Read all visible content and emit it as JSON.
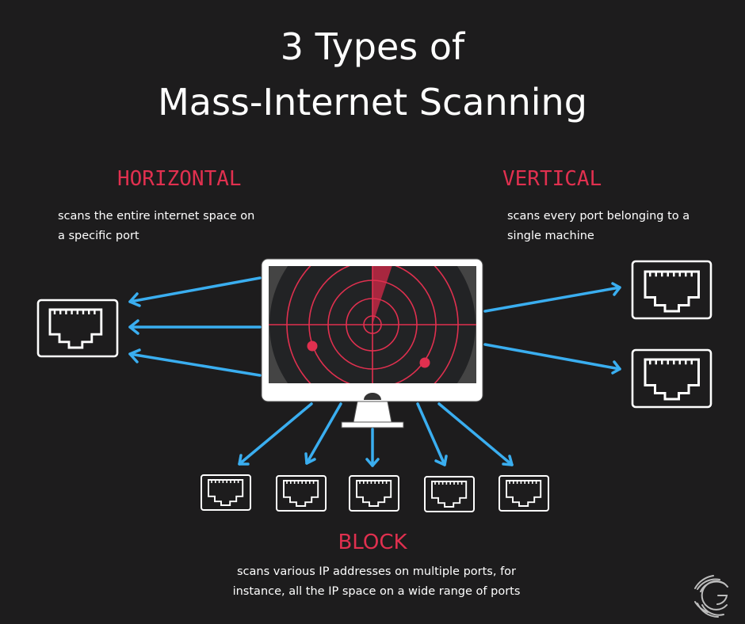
{
  "title": {
    "line1": "3 Types of",
    "line2": "Mass-Internet Scanning"
  },
  "sections": {
    "horizontal": {
      "heading": "HORIZONTAL",
      "description_line1": "scans the entire internet space on",
      "description_line2": "a specific port",
      "port_count": 1,
      "arrow_count": 3
    },
    "vertical": {
      "heading": "VERTICAL",
      "description_line1": "scans every port belonging to a",
      "description_line2": "single machine",
      "port_count": 2,
      "arrow_count": 2
    },
    "block": {
      "heading": "BLOCK",
      "description_line1": "scans various IP addresses on multiple ports, for",
      "description_line2": "instance, all the IP space on a wide range of ports",
      "port_count": 5,
      "arrow_count": 5
    }
  },
  "icons": {
    "center": "monitor-radar-icon",
    "port": "ethernet-port-icon",
    "logo": "greynoise-g-logo"
  },
  "colors": {
    "background": "#1d1c1d",
    "accent_red": "#e0304f",
    "arrow_blue": "#3aaef0",
    "text": "#ffffff"
  }
}
